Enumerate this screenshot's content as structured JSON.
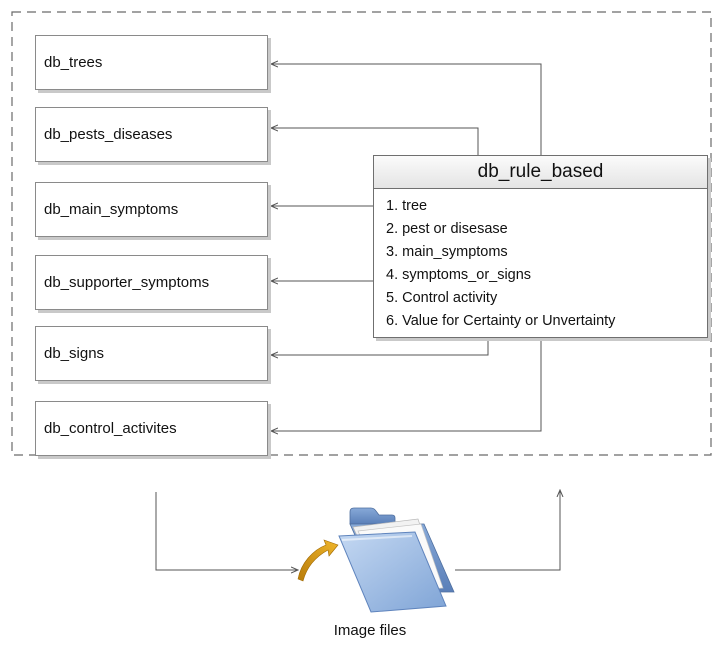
{
  "databases": {
    "trees": "db_trees",
    "pests_diseases": "db_pests_diseases",
    "main_symptoms": "db_main_symptoms",
    "supporter_symptoms": "db_supporter_symptoms",
    "signs": "db_signs",
    "control_activities": "db_control_activites"
  },
  "rule_based": {
    "title": "db_rule_based",
    "items": [
      "1. tree",
      "2. pest or disesase",
      "3. main_symptoms",
      "4. symptoms_or_signs",
      "5. Control activity",
      "6. Value for Certainty or Unvertainty"
    ]
  },
  "image_files_label": "Image files",
  "colors": {
    "line": "#555555",
    "box_border": "#8a8a8a",
    "box_shadow": "#c9c9c9",
    "folder_blue": "#8aaedb",
    "folder_back": "#6f93c4",
    "arrow_gold": "#d39a14"
  }
}
